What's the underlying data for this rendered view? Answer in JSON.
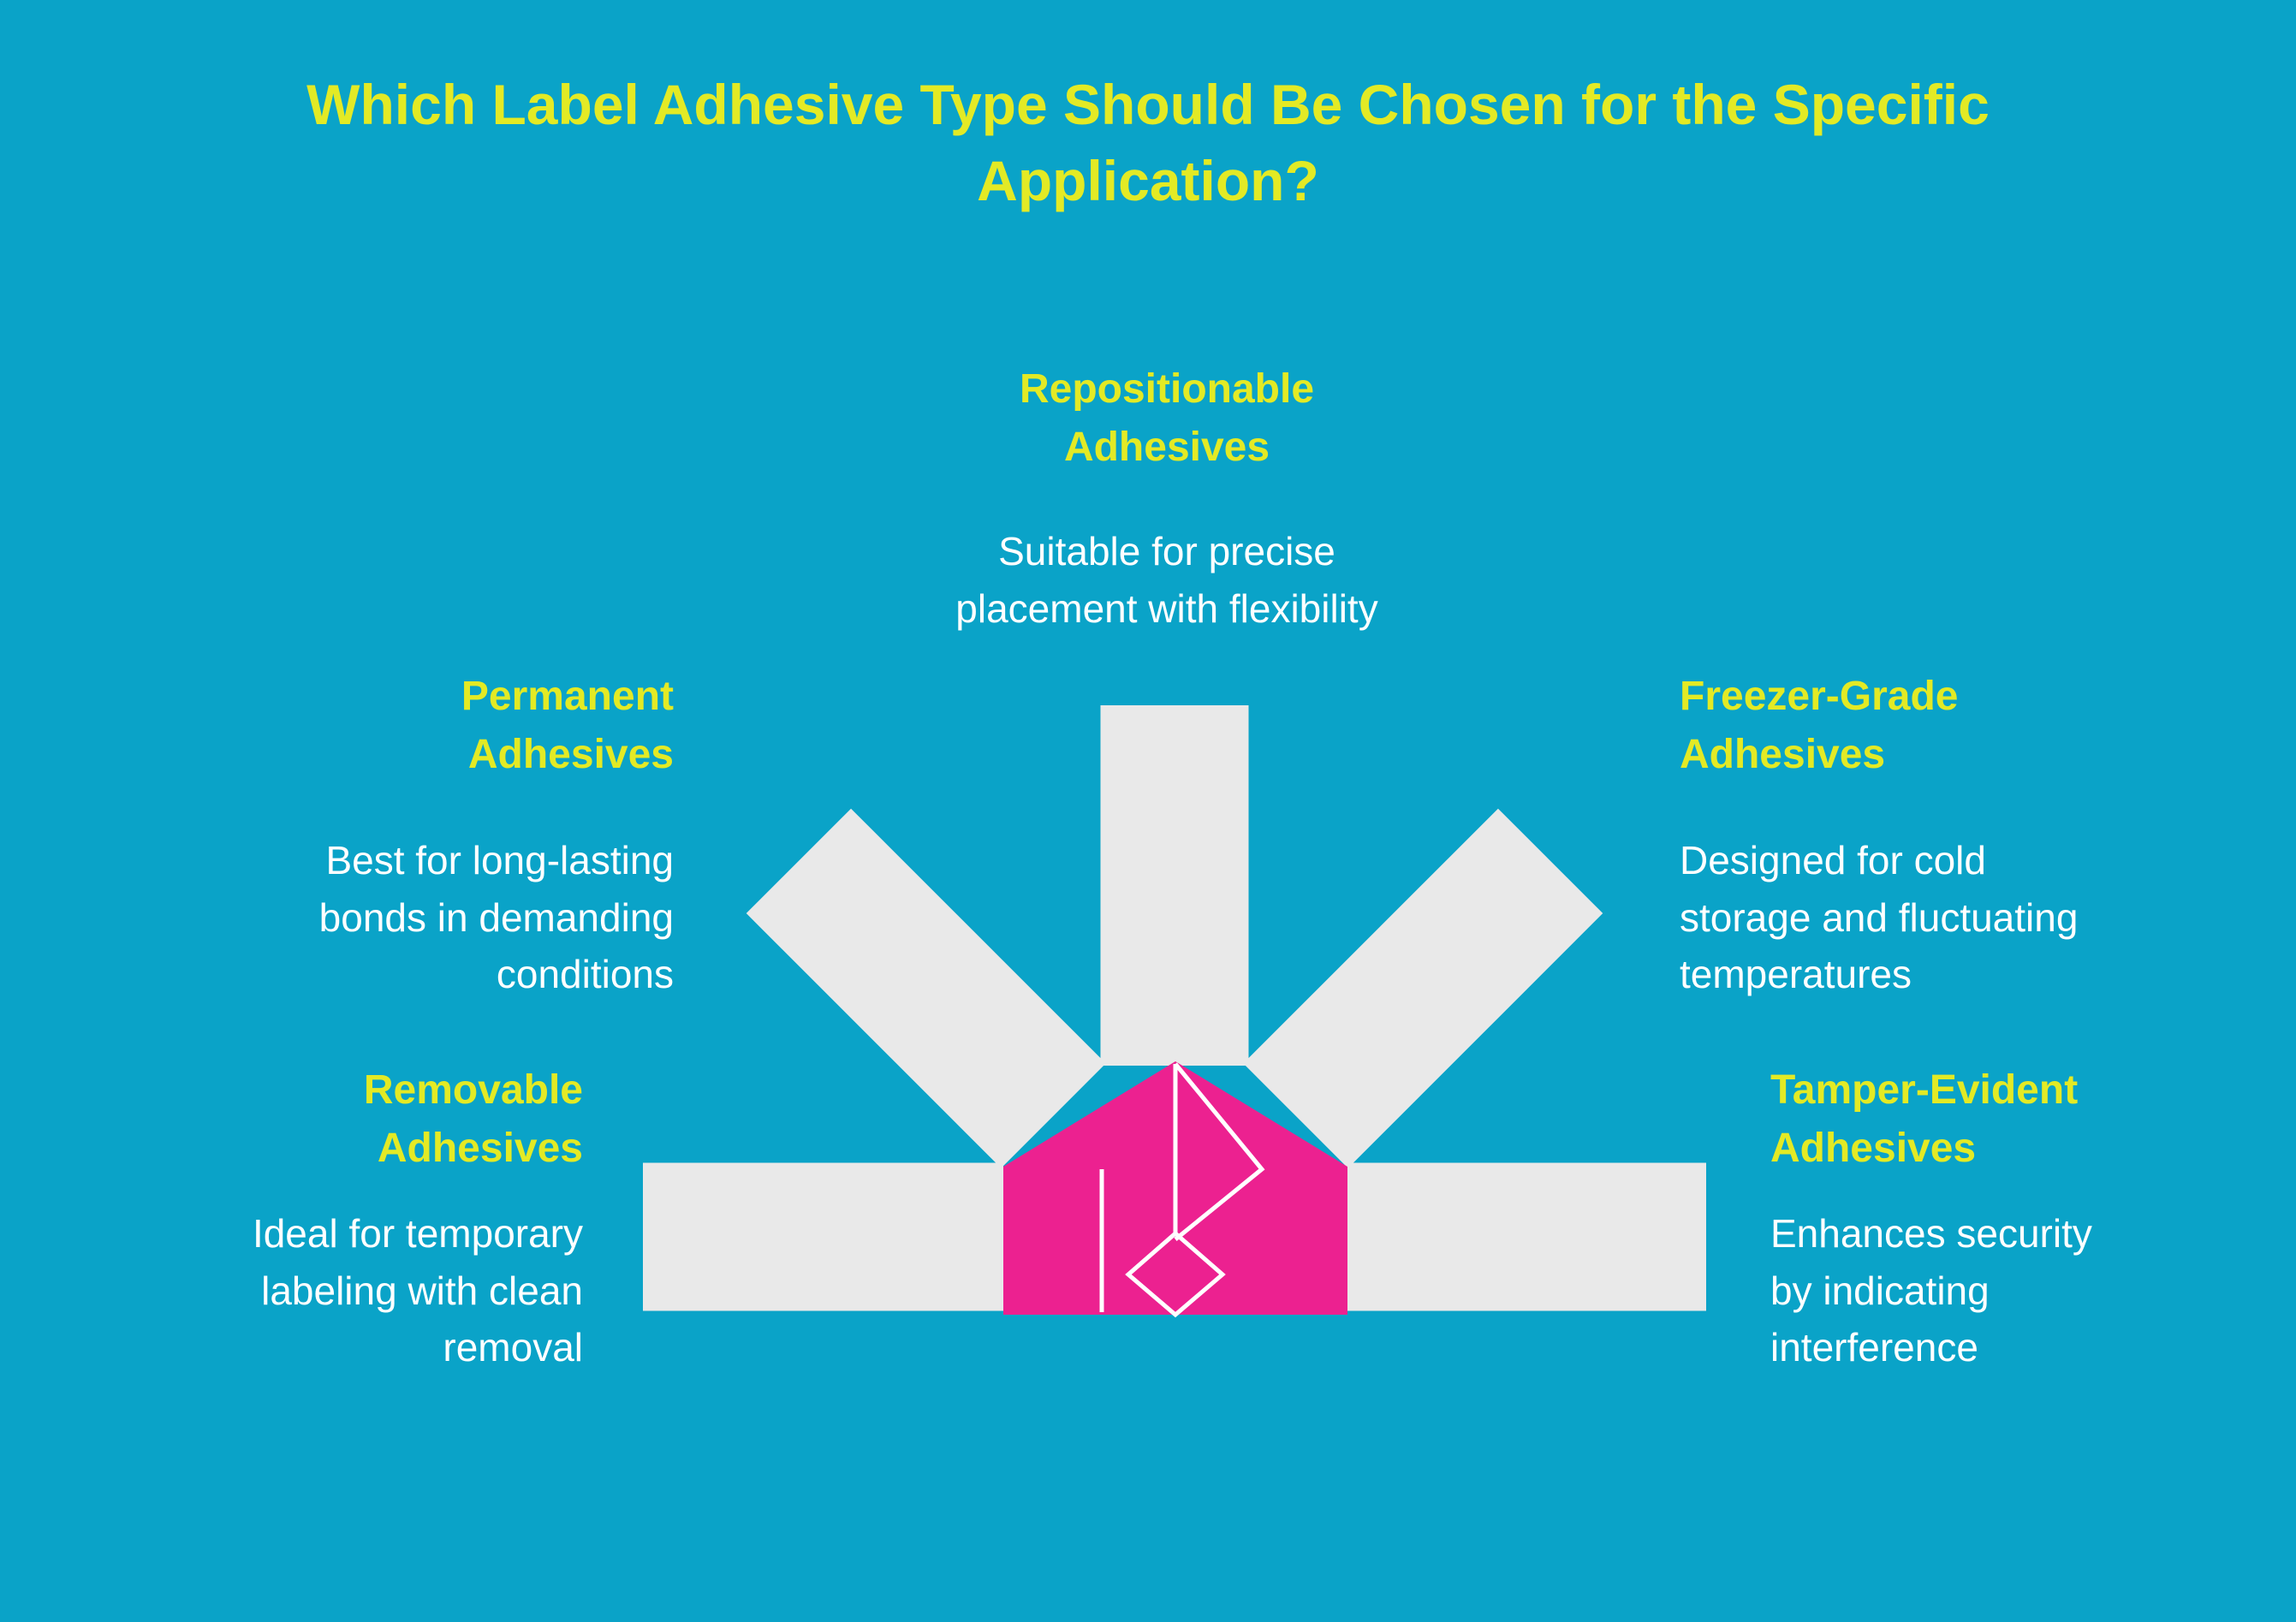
{
  "colors": {
    "background": "#0aa3c8",
    "accent-yellow": "#e3ea25",
    "text-white": "#ffffff",
    "bar-gray": "#e9e9e9",
    "hub-pink": "#ec2190"
  },
  "title": "Which Label Adhesive Type Should Be Chosen for the Specific\nApplication?",
  "items": {
    "repositionable": {
      "heading": "Repositionable\nAdhesives",
      "description": "Suitable for precise\nplacement with flexibility"
    },
    "permanent": {
      "heading": "Permanent\nAdhesives",
      "description": "Best for long-lasting\nbonds in demanding\nconditions"
    },
    "freezer": {
      "heading": "Freezer-Grade\nAdhesives",
      "description": "Designed for cold\nstorage and fluctuating\ntemperatures"
    },
    "removable": {
      "heading": "Removable\nAdhesives",
      "description": "Ideal for temporary\nlabeling with clean\nremoval"
    },
    "tamper": {
      "heading": "Tamper-Evident\nAdhesives",
      "description": "Enhances security\nby indicating\ninterference"
    }
  },
  "icons": {
    "center-graphic": "five-bar-fan-with-folded-arrow-hub"
  }
}
